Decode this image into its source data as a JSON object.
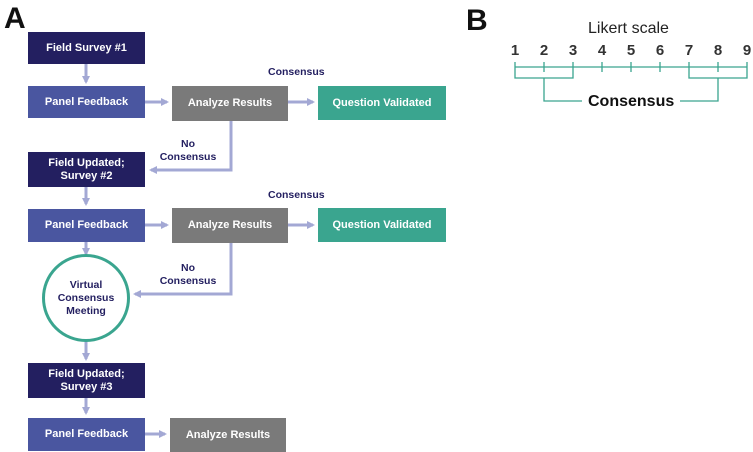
{
  "panel_a": {
    "letter": "A",
    "boxes": {
      "field_survey_1": "Field Survey #1",
      "panel_feedback_1": "Panel Feedback",
      "analyze_results_1": "Analyze Results",
      "question_validated_1": "Question Validated",
      "field_updated_2_line1": "Field Updated;",
      "field_updated_2_line2": "Survey #2",
      "panel_feedback_2": "Panel Feedback",
      "analyze_results_2": "Analyze Results",
      "question_validated_2": "Question Validated",
      "field_updated_3_line1": "Field Updated;",
      "field_updated_3_line2": "Survey #3",
      "panel_feedback_3": "Panel Feedback",
      "analyze_results_3": "Analyze Results"
    },
    "meeting": {
      "line1": "Virtual",
      "line2": "Consensus",
      "line3": "Meeting"
    },
    "labels": {
      "consensus_1": "Consensus",
      "no_consensus_1_line1": "No",
      "no_consensus_1_line2": "Consensus",
      "consensus_2": "Consensus",
      "no_consensus_2_line1": "No",
      "no_consensus_2_line2": "Consensus"
    },
    "colors": {
      "dark_navy": "#231f60",
      "panel_blue": "#4a56a0",
      "analyze_gray": "#7a7a7a",
      "validated_teal": "#3aa58f",
      "arrow": "#a3a8d4"
    }
  },
  "panel_b": {
    "letter": "B",
    "title": "Likert scale",
    "scale": [
      "1",
      "2",
      "3",
      "4",
      "5",
      "6",
      "7",
      "8",
      "9"
    ],
    "consensus_label": "Consensus",
    "bracket_color": "#3aa58f"
  }
}
